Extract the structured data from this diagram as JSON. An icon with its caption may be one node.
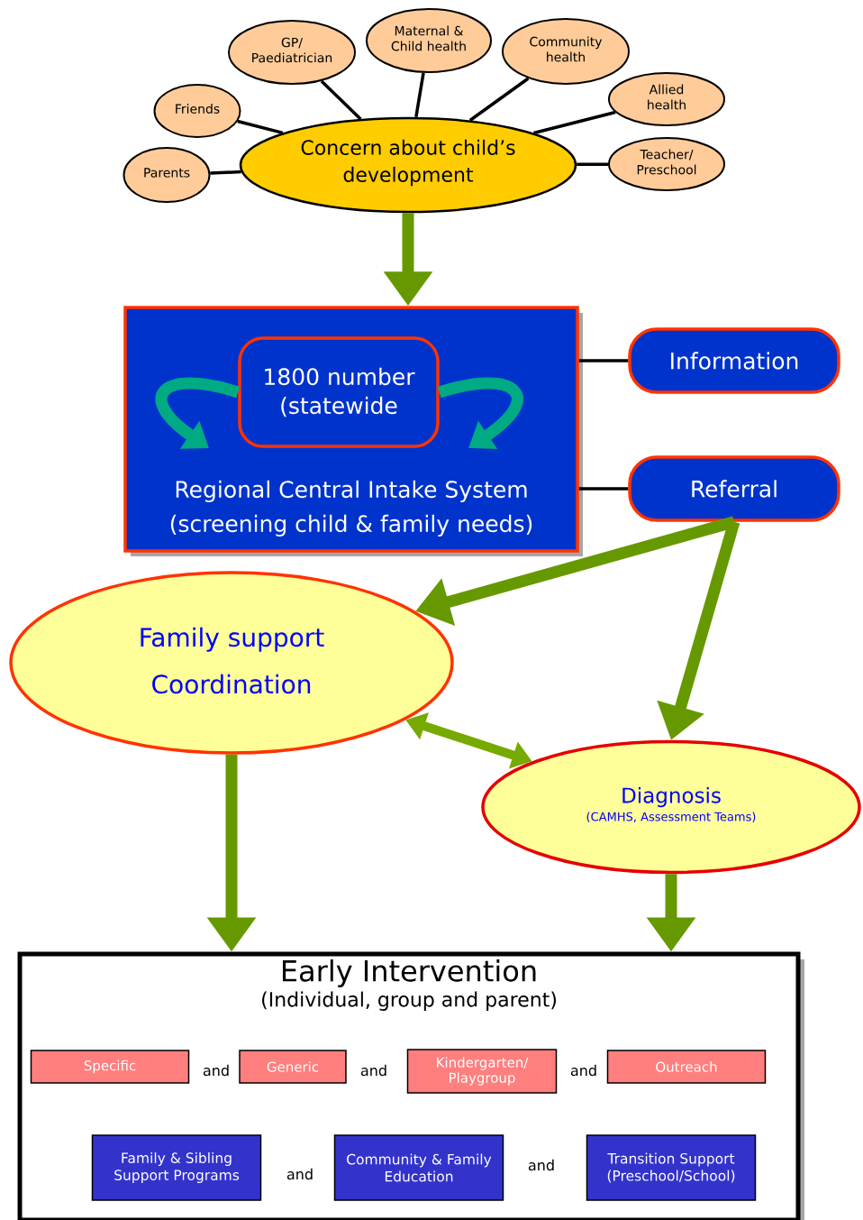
{
  "diagram": {
    "nodes": [
      {
        "text": [
          "Parents"
        ]
      },
      {
        "text": [
          "Friends"
        ]
      },
      {
        "text": [
          "GP/ Paediatrician"
        ]
      },
      {
        "text": [
          "Maternal & Child health"
        ]
      },
      {
        "text": [
          "Community health"
        ]
      },
      {
        "text": [
          "Allied health"
        ]
      },
      {
        "text": [
          "Teacher/ Preschool"
        ]
      },
      {
        "text": [
          "Concern about child’s development"
        ]
      },
      {
        "text": [
          "Regional Central Intake System (screening child & family needs)"
        ]
      },
      {
        "text": [
          "1800 number (statewide"
        ],
        "in": 8
      },
      {
        "text": [
          "Information"
        ]
      },
      {
        "text": [
          "Referral"
        ]
      },
      {
        "text": [
          "Family support Coordination"
        ]
      },
      {
        "text": [
          "Diagnosis",
          "(CAMHS, Assessment Teams)"
        ]
      },
      {
        "text": [
          "Early Intervention",
          "(Individual, group and parent)"
        ]
      },
      {
        "text": [
          "Specific"
        ],
        "in": 14
      },
      {
        "text": [
          "Generic"
        ],
        "in": 14
      },
      {
        "text": [
          "Kindergarten/ Playgroup"
        ],
        "in": 14
      },
      {
        "text": [
          "Outreach"
        ],
        "in": 14
      },
      {
        "text": [
          "Family & Sibling Support Programs"
        ],
        "in": 14
      },
      {
        "text": [
          "Community & Family Education"
        ],
        "in": 14
      },
      {
        "text": [
          "Transition Support (Preschool/School)"
        ],
        "in": 14
      }
    ],
    "edges": [
      {
        "from": 0,
        "to": 7,
        "arrow": "none"
      },
      {
        "from": 1,
        "to": 7,
        "arrow": "none"
      },
      {
        "from": 2,
        "to": 7,
        "arrow": "none"
      },
      {
        "from": 3,
        "to": 7,
        "arrow": "none"
      },
      {
        "from": 4,
        "to": 7,
        "arrow": "none"
      },
      {
        "from": 5,
        "to": 7,
        "arrow": "none"
      },
      {
        "from": 6,
        "to": 7,
        "arrow": "none"
      },
      {
        "from": 7,
        "to": 8,
        "arrow": "to",
        "style": "thick",
        "color": "#669900"
      },
      {
        "from": 8,
        "to": 10,
        "arrow": "none"
      },
      {
        "from": 8,
        "to": 11,
        "arrow": "none"
      },
      {
        "from": 11,
        "to": 12,
        "arrow": "to",
        "style": "thick",
        "color": "#669900"
      },
      {
        "from": 11,
        "to": 13,
        "arrow": "to",
        "style": "thick",
        "color": "#669900"
      },
      {
        "from": 12,
        "to": 13,
        "arrow": "both",
        "style": "thick",
        "color": "#77aa00"
      },
      {
        "from": 12,
        "to": 14,
        "arrow": "to",
        "style": "thick",
        "color": "#669900"
      },
      {
        "from": 13,
        "to": 14,
        "arrow": "to",
        "style": "thick",
        "color": "#669900"
      },
      {
        "from": 9,
        "to": null,
        "arrow": "to",
        "style": "thick",
        "color": "#00aa82"
      },
      {
        "from": 9,
        "to": null,
        "arrow": "to",
        "style": "thick",
        "color": "#00aa82"
      }
    ],
    "labels": [
      "and",
      "and",
      "and",
      "and",
      "and"
    ]
  }
}
